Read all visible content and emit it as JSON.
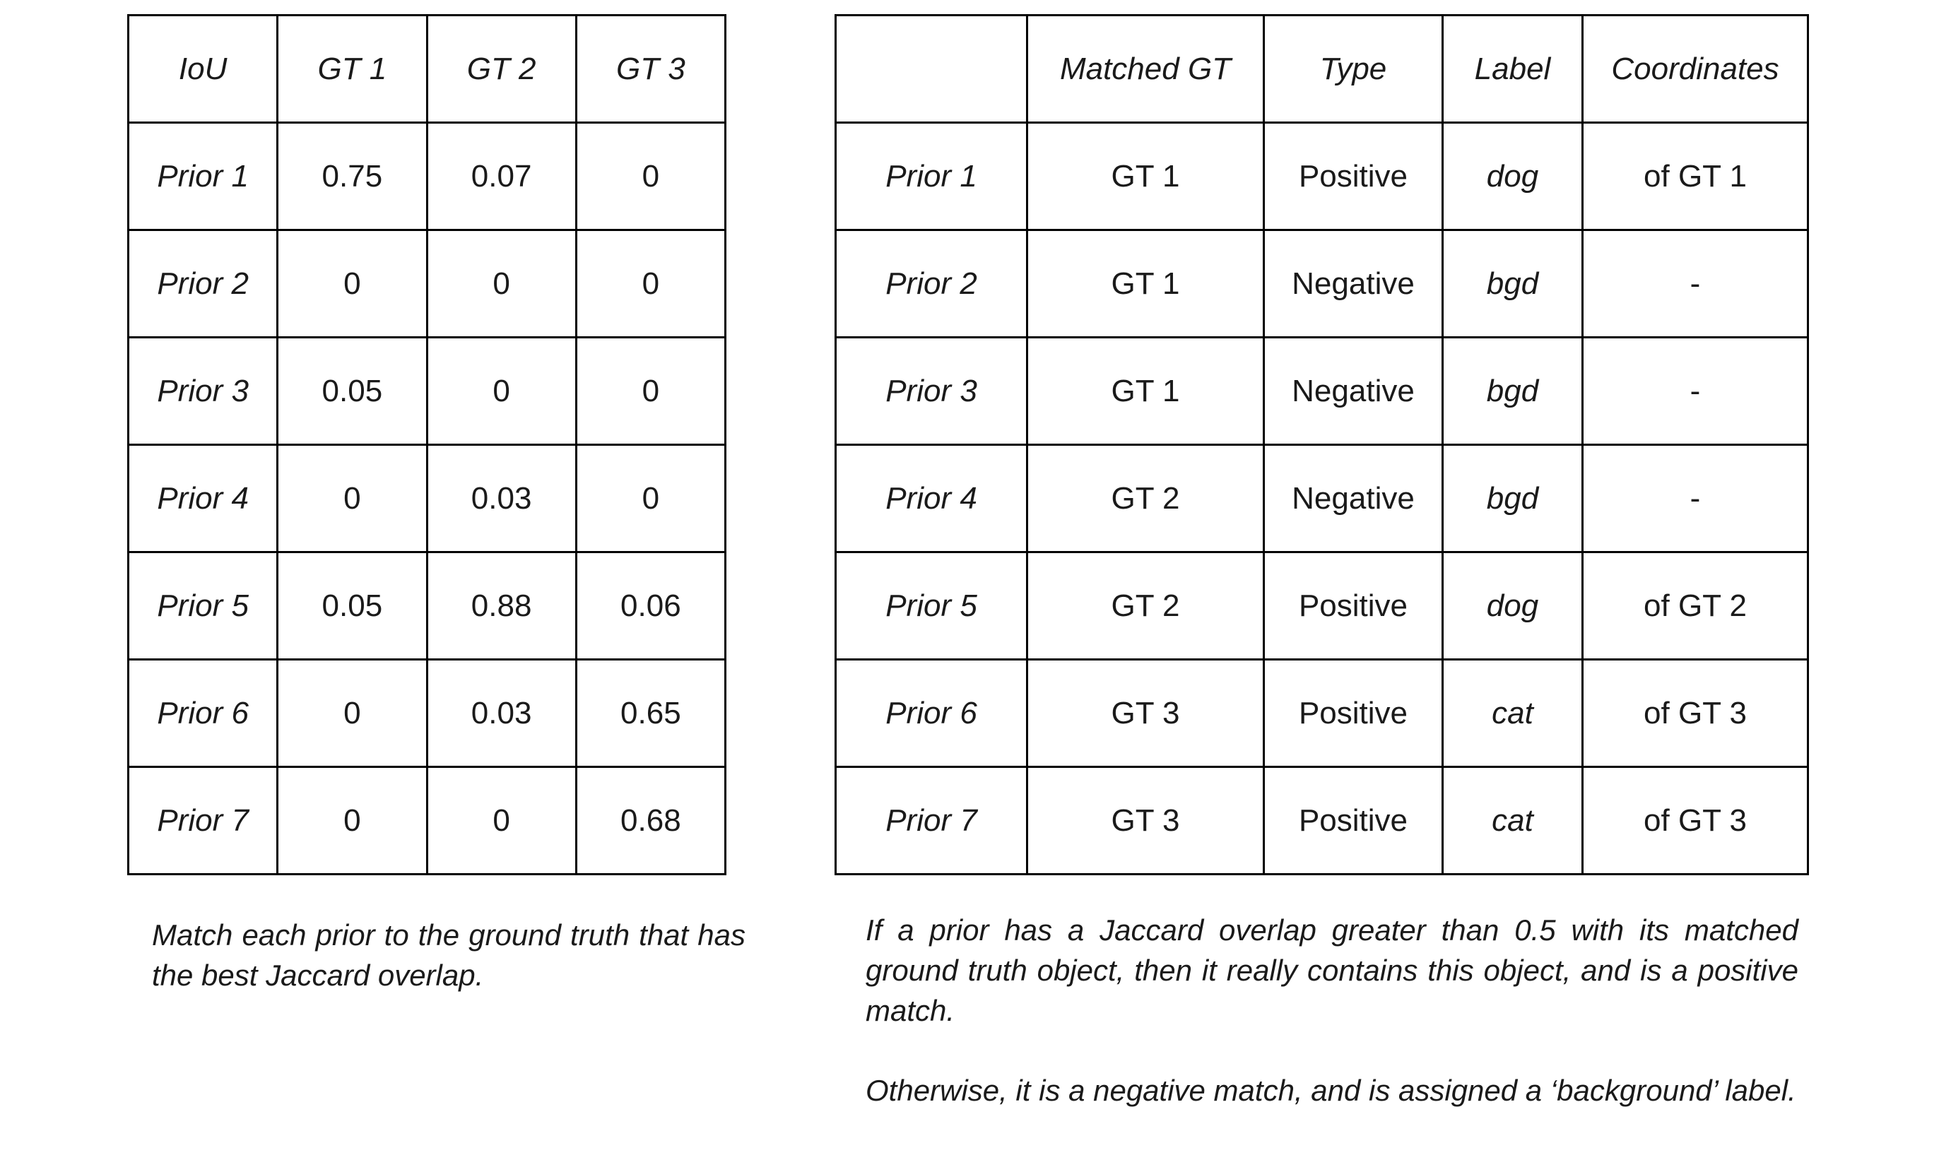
{
  "colors": {
    "highlight": "#82DDF4",
    "header_bg": "#F0F0F0",
    "border": "#000000",
    "text": "#1A1A1A"
  },
  "left_table": {
    "corner_header": "IoU",
    "col_headers": [
      "GT 1",
      "GT 2",
      "GT 3"
    ],
    "rows": [
      {
        "label": "Prior 1",
        "values": [
          "0.75",
          "0.07",
          "0"
        ],
        "highlight_col": 0
      },
      {
        "label": "Prior 2",
        "values": [
          "0",
          "0",
          "0"
        ],
        "highlight_col": 0
      },
      {
        "label": "Prior 3",
        "values": [
          "0.05",
          "0",
          "0"
        ],
        "highlight_col": 0
      },
      {
        "label": "Prior 4",
        "values": [
          "0",
          "0.03",
          "0"
        ],
        "highlight_col": 1
      },
      {
        "label": "Prior 5",
        "values": [
          "0.05",
          "0.88",
          "0.06"
        ],
        "highlight_col": 1
      },
      {
        "label": "Prior 6",
        "values": [
          "0",
          "0.03",
          "0.65"
        ],
        "highlight_col": 2
      },
      {
        "label": "Prior 7",
        "values": [
          "0",
          "0",
          "0.68"
        ],
        "highlight_col": 2
      }
    ]
  },
  "right_table": {
    "corner_header": "",
    "col_headers": [
      "Matched GT",
      "Type",
      "Label",
      "Coordinates"
    ],
    "rows": [
      {
        "label": "Prior 1",
        "matched_gt": "GT 1",
        "type": "Positive",
        "class_label": "dog",
        "coordinates": "of GT 1"
      },
      {
        "label": "Prior 2",
        "matched_gt": "GT 1",
        "type": "Negative",
        "class_label": "bgd",
        "coordinates": "-"
      },
      {
        "label": "Prior 3",
        "matched_gt": "GT 1",
        "type": "Negative",
        "class_label": "bgd",
        "coordinates": "-"
      },
      {
        "label": "Prior 4",
        "matched_gt": "GT 2",
        "type": "Negative",
        "class_label": "bgd",
        "coordinates": "-"
      },
      {
        "label": "Prior 5",
        "matched_gt": "GT 2",
        "type": "Positive",
        "class_label": "dog",
        "coordinates": "of GT 2"
      },
      {
        "label": "Prior 6",
        "matched_gt": "GT 3",
        "type": "Positive",
        "class_label": "cat",
        "coordinates": "of GT 3"
      },
      {
        "label": "Prior 7",
        "matched_gt": "GT 3",
        "type": "Positive",
        "class_label": "cat",
        "coordinates": "of GT 3"
      }
    ]
  },
  "left_caption": "Match each prior to the ground truth that has the best Jaccard overlap.",
  "right_caption_p1": "If a prior has a Jaccard overlap greater than 0.5 with its matched ground truth object, then it really contains this object, and is a positive match.",
  "right_caption_p2": "Otherwise, it is a negative match, and is assigned a ‘background’ label."
}
